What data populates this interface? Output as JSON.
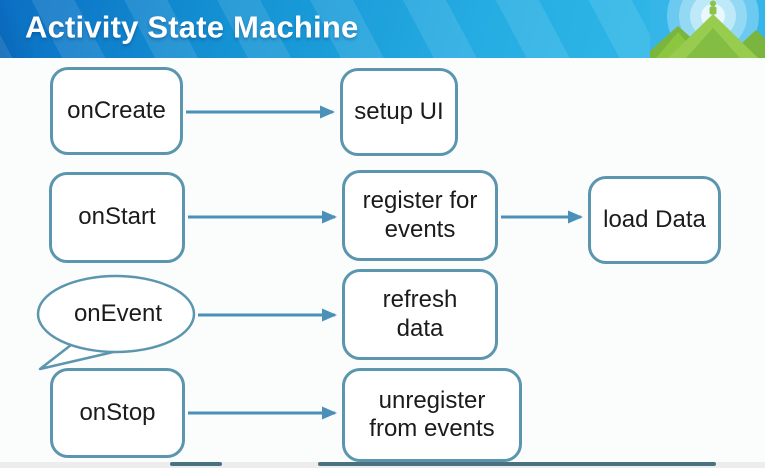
{
  "header": {
    "title": "Activity State Machine"
  },
  "logo": {
    "description": "green mountains with android robot on peak and concentric light rings"
  },
  "colors": {
    "header_gradient_start": "#0b6fc3",
    "header_gradient_end": "#33bdea",
    "node_border": "#5b96ae",
    "arrow": "#4a90b8",
    "node_text": "#1b1b1b",
    "canvas_bg": "#fbfcfc"
  },
  "diagram": {
    "nodes": {
      "onCreate": {
        "label": "onCreate",
        "shape": "rounded-rect"
      },
      "setupUI": {
        "label": "setup UI",
        "shape": "rounded-rect"
      },
      "onStart": {
        "label": "onStart",
        "shape": "rounded-rect"
      },
      "registerForEvents": {
        "label": "register for\nevents",
        "shape": "rounded-rect"
      },
      "loadData": {
        "label": "load Data",
        "shape": "rounded-rect"
      },
      "onEvent": {
        "label": "onEvent",
        "shape": "speech-bubble"
      },
      "refreshData": {
        "label": "refresh\ndata",
        "shape": "rounded-rect"
      },
      "onStop": {
        "label": "onStop",
        "shape": "rounded-rect"
      },
      "unregisterFromEvents": {
        "label": "unregister\nfrom events",
        "shape": "rounded-rect"
      }
    },
    "edges": [
      {
        "from": "onCreate",
        "to": "setupUI"
      },
      {
        "from": "onStart",
        "to": "registerForEvents"
      },
      {
        "from": "registerForEvents",
        "to": "loadData"
      },
      {
        "from": "onEvent",
        "to": "refreshData"
      },
      {
        "from": "onStop",
        "to": "unregisterFromEvents"
      }
    ]
  }
}
